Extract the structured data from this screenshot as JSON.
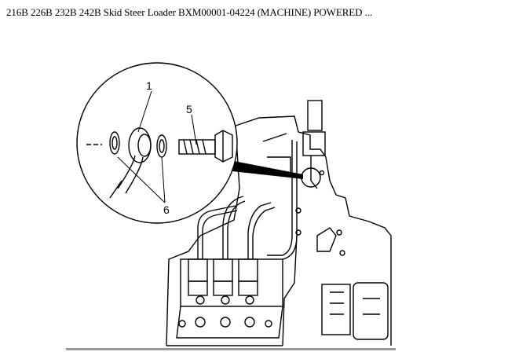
{
  "page": {
    "title": "216B 226B 232B 242B Skid Steer Loader BXM00001-04224 (MACHINE) POWERED ..."
  },
  "diagram": {
    "callouts": [
      {
        "id": "1",
        "label": "1"
      },
      {
        "id": "5",
        "label": "5"
      },
      {
        "id": "6",
        "label": "6"
      }
    ]
  },
  "colors": {
    "line": "#000000",
    "background": "#ffffff",
    "rule": "#9a9a9a"
  }
}
